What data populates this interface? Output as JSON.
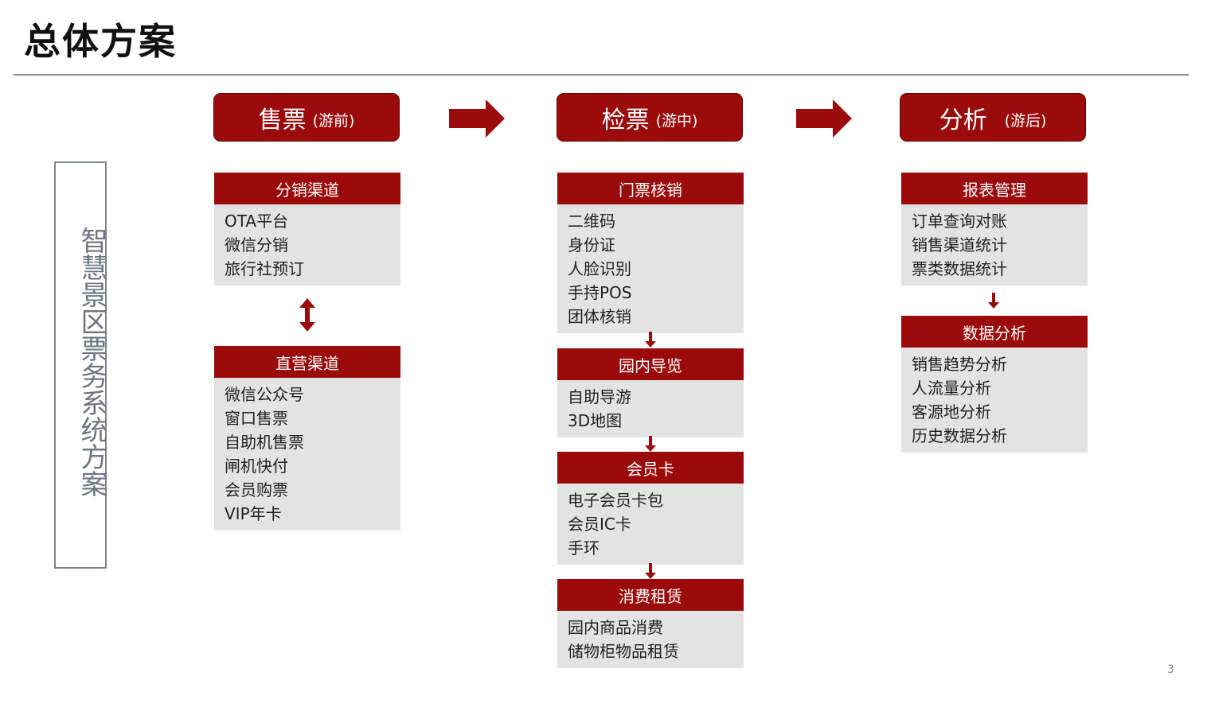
{
  "title": "总体方案",
  "side_label": "智慧景区票务系统方案",
  "phases": [
    {
      "main": "售票",
      "sub": "(游前)"
    },
    {
      "main": "检票",
      "sub": "(游中)"
    },
    {
      "main": "分析",
      "sub": "(游后)"
    }
  ],
  "cards": [
    {
      "title": "分销渠道",
      "items": [
        "OTA平台",
        "微信分销",
        "旅行社预订"
      ]
    },
    {
      "title": "直营渠道",
      "items": [
        "微信公众号",
        "窗口售票",
        "自助机售票",
        "闸机快付",
        "会员购票",
        "VIP年卡"
      ]
    },
    {
      "title": "门票核销",
      "items": [
        "二维码",
        "身份证",
        "人脸识别",
        "手持POS",
        "团体核销"
      ]
    },
    {
      "title": "园内导览",
      "items": [
        "自助导游",
        "3D地图"
      ]
    },
    {
      "title": "会员卡",
      "items": [
        "电子会员卡包",
        "会员IC卡",
        "手环"
      ]
    },
    {
      "title": "消费租赁",
      "items": [
        "园内商品消费",
        "储物柜物品租赁"
      ]
    },
    {
      "title": "报表管理",
      "items": [
        "订单查询对账",
        "销售渠道统计",
        "票类数据统计"
      ]
    },
    {
      "title": "数据分析",
      "items": [
        "销售趋势分析",
        "人流量分析",
        "客源地分析",
        "历史数据分析"
      ]
    }
  ],
  "page_number": "3",
  "colors": {
    "accent": "#9b0b0b",
    "card_bg": "#e3e3e3",
    "side_text": "#6d7683"
  }
}
